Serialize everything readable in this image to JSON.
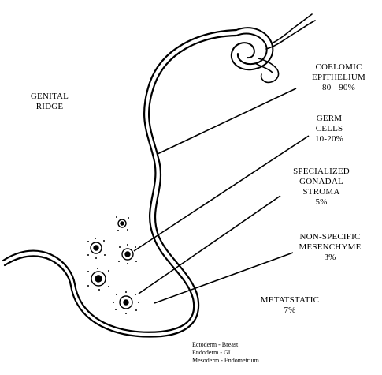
{
  "labels": {
    "genital_ridge": [
      "GENITAL",
      "RIDGE"
    ],
    "coelomic": [
      "COELOMIC",
      "EPITHELIUM",
      "80 - 90%"
    ],
    "germ": [
      "GERM",
      "CELLS",
      "10-20%"
    ],
    "stroma": [
      "SPECIALIZED",
      "GONADAL",
      "STROMA",
      "5%"
    ],
    "mesenchyme": [
      "NON-SPECIFIC",
      "MESENCHYME",
      "3%"
    ],
    "metastatic": [
      "METATSTATIC",
      "7%"
    ]
  },
  "legend": [
    "Ectoderm - Breast",
    "Endoderm - GI",
    "Mesoderm - Endometrium"
  ],
  "colors": {
    "ink": "#000000",
    "background": "#ffffff"
  }
}
